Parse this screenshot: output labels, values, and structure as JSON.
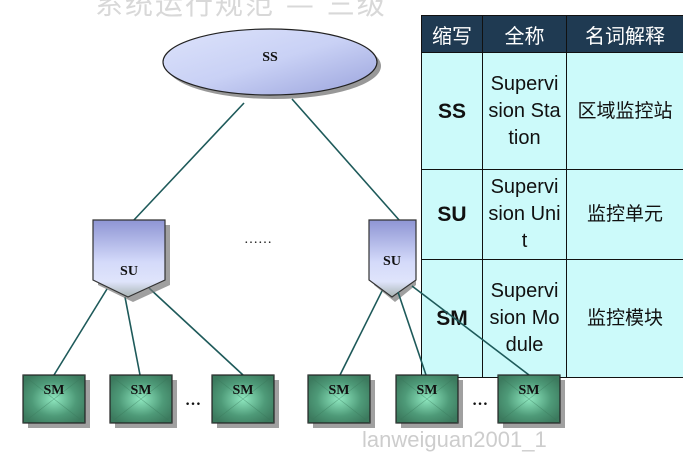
{
  "title": "系统运行规范 — 三级",
  "diagram": {
    "root": {
      "label": "SS"
    },
    "units": [
      {
        "label": "SU"
      },
      {
        "label": "SU"
      }
    ],
    "units_ellipsis": "……",
    "modules": [
      {
        "label": "SM"
      },
      {
        "label": "SM"
      },
      {
        "label": "SM"
      },
      {
        "label": "SM"
      },
      {
        "label": "SM"
      },
      {
        "label": "SM"
      }
    ],
    "modules_ellipsis": "…",
    "colors": {
      "root_fill": "#c8d0f4",
      "unit_fill": "#a8b0e8",
      "module_fill": "#4e9a78",
      "line": "#1e5a5a"
    }
  },
  "table": {
    "headers": [
      "缩写",
      "全称",
      "名词解释"
    ],
    "rows": [
      {
        "abbr": "SS",
        "full": "Supervision Station",
        "desc": "区域监控站"
      },
      {
        "abbr": "SU",
        "full": "Supervision Unit",
        "desc": "监控单元"
      },
      {
        "abbr": "SM",
        "full": "Supervision Module",
        "desc": "监控模块"
      }
    ],
    "colors": {
      "header_bg": "#1f3a52",
      "cell_bg": "#ccfafa"
    }
  },
  "watermark": "lanweiguan2001_1"
}
